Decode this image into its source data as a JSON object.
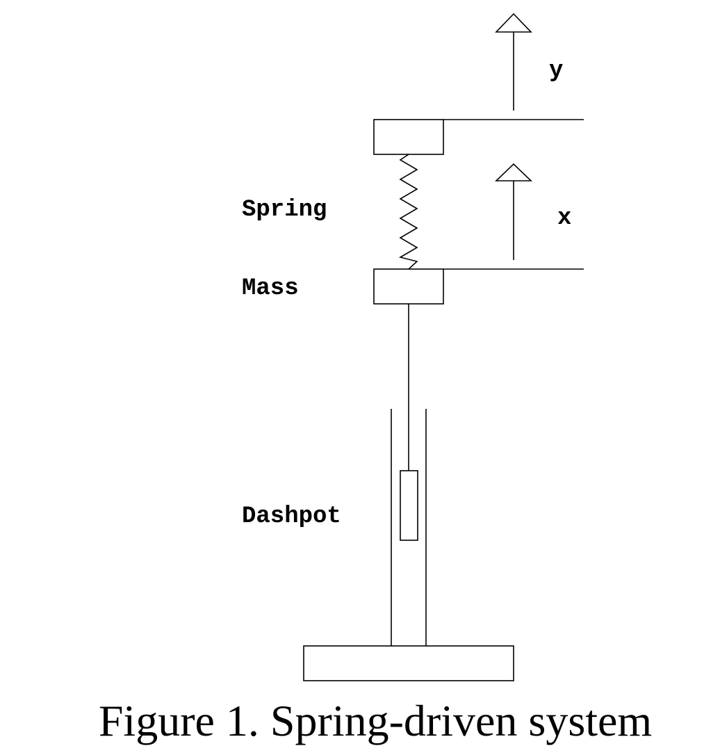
{
  "labels": {
    "y": "y",
    "x": "x",
    "spring": "Spring",
    "mass": "Mass",
    "dashpot": "Dashpot"
  },
  "caption": "Figure 1. Spring-driven system",
  "colors": {
    "stroke": "#000000",
    "background": "#ffffff"
  }
}
